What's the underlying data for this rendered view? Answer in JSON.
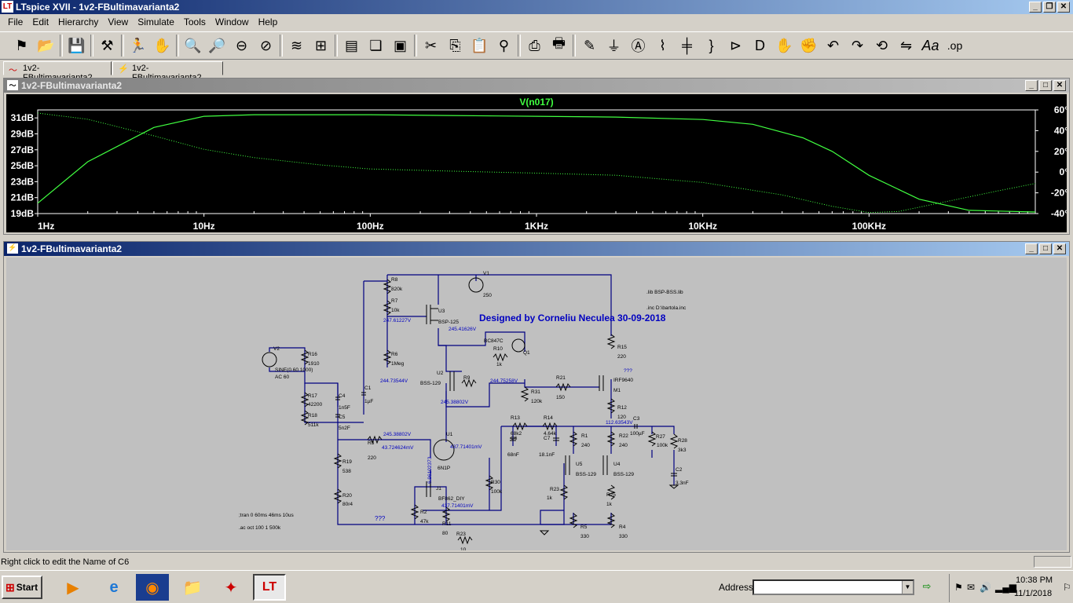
{
  "window": {
    "title": "LTspice XVII - 1v2-FBultimavarianta2"
  },
  "menu": {
    "items": [
      "File",
      "Edit",
      "Hierarchy",
      "View",
      "Simulate",
      "Tools",
      "Window",
      "Help"
    ]
  },
  "toolbar": {
    "icons": [
      "run-icon",
      "open-icon",
      "save-icon",
      "control-panel-icon",
      "halt-icon",
      "pan-icon",
      "zoom-in-icon",
      "zoom-out-icon",
      "zoom-fit-icon",
      "zoom-cancel-icon",
      "plot-waveform-icon",
      "plot-grid-icon",
      "tile-icon",
      "cascade-icon",
      "close-all-icon",
      "cut-icon",
      "copy-icon",
      "paste-icon",
      "find-icon",
      "print-icon",
      "print-setup-icon",
      "draw-wire-icon",
      "ground-icon",
      "label-net-icon",
      "resistor-icon",
      "capacitor-icon",
      "inductor-icon",
      "diode-icon",
      "component-icon",
      "move-icon",
      "drag-icon",
      "undo-icon",
      "redo-icon",
      "rotate-icon",
      "mirror-icon",
      "text-icon",
      "spice-directive-icon"
    ]
  },
  "tabs": [
    {
      "label": "1v2-FBultimavarianta2",
      "icon": "waveform-icon"
    },
    {
      "label": "1v2-FBultimavarianta2",
      "icon": "schematic-icon"
    }
  ],
  "plot_window": {
    "title": "1v2-FBultimavarianta2"
  },
  "schematic_window": {
    "title": "1v2-FBultimavarianta2"
  },
  "chart_data": {
    "type": "line",
    "title": "V(n017)",
    "x_axis": {
      "scale": "log",
      "ticks": [
        "1Hz",
        "10Hz",
        "100Hz",
        "1KHz",
        "10KHz",
        "100KHz"
      ],
      "range_hz": [
        1,
        1000000
      ]
    },
    "y_left": {
      "ticks": [
        "31dB",
        "29dB",
        "27dB",
        "25dB",
        "23dB",
        "21dB",
        "19dB"
      ],
      "range_db": [
        19,
        32
      ]
    },
    "y_right": {
      "ticks": [
        "60°",
        "40°",
        "20°",
        "0°",
        "-20°",
        "-40°"
      ],
      "range_deg": [
        -40,
        60
      ]
    },
    "series": [
      {
        "name": "V(n017)",
        "style": "solid",
        "color": "#40ff40",
        "x": [
          1,
          2,
          5,
          10,
          20,
          50,
          100,
          300,
          1000,
          3000,
          10000,
          20000,
          40000,
          60000,
          100000,
          200000,
          400000,
          1000000
        ],
        "y_db": [
          20.3,
          25.5,
          29.8,
          31.2,
          31.4,
          31.4,
          31.4,
          31.3,
          31.2,
          31.1,
          30.8,
          30.2,
          28.5,
          26.8,
          23.8,
          20.8,
          19.4,
          19.2
        ]
      },
      {
        "name": "V(n017)",
        "style": "dotted",
        "color": "#40ff40",
        "x": [
          1,
          2,
          5,
          10,
          20,
          50,
          100,
          300,
          1000,
          3000,
          10000,
          30000,
          60000,
          100000,
          150000,
          300000,
          600000,
          1000000
        ],
        "y_deg": [
          57,
          51,
          35,
          22,
          14,
          7,
          3,
          1,
          -1,
          -3,
          -10,
          -22,
          -33,
          -39,
          -38,
          -28,
          -18,
          -11
        ]
      }
    ],
    "grid": false,
    "colors": {
      "background": "#000000",
      "trace": "#40ff40",
      "axis_text": "#ffffff"
    }
  },
  "schematic": {
    "designer_note": "Designed by Corneliu Neculea 30-09-2018",
    "directives": [
      ".lib BSP-BSS.lib",
      ".inc D:\\bartola.inc",
      ";tran 0 60ms 46ms 10us",
      ".ac oct 100 1 500k"
    ],
    "unknown_marks": [
      "???",
      "???"
    ],
    "labels": [
      "R8",
      "820k",
      "V1",
      "250",
      "R7",
      "10k",
      "247.61227V",
      "U3",
      "BSP-125",
      "245.41626V",
      "BC847C",
      "R10",
      "1k",
      "Q1",
      "R6",
      "1Meg",
      "V2",
      "R16",
      "1910",
      "SINE(0 60 1000)",
      "AC 60",
      "244.73544V",
      "U2",
      "BSS-129",
      "R9",
      "244.75258V",
      "R21",
      "150",
      "R15",
      "220",
      "???",
      "IRF9640",
      "M1",
      "R31",
      "120k",
      "245.38802V",
      "R12",
      "120",
      "C1",
      "1µF",
      "R17",
      "42200",
      "C4",
      "1n5F",
      "R18",
      "511k",
      "C5",
      "5n2F",
      "R13",
      "68k2",
      "R14",
      "4.64k",
      "C6",
      "68nF",
      "C7",
      "18.1nF",
      "112.63543V",
      "C3",
      "100µF",
      "R27",
      "100k",
      "R28",
      "3k3",
      "245.38802V",
      "U1",
      "437.71401mV",
      "R1",
      "240",
      "R22",
      "240",
      "R3",
      "220",
      "43.724624mV",
      "6N1P",
      "R19",
      "538",
      "U5",
      "BSS-129",
      "U4",
      "BSS-129",
      "C2",
      "3.3nF",
      "J1",
      "BF862_DIY",
      "R30",
      "100k",
      "R23",
      "1k",
      "R25",
      "1k",
      "R20",
      "80r4",
      "437.71401mV",
      "R2",
      "47k",
      "R11",
      "80",
      "R5",
      "330",
      "R4",
      "330",
      "R23",
      "10",
      "6.96102373"
    ]
  },
  "status": {
    "text": "Right click to edit the Name of C6"
  },
  "taskbar": {
    "start_label": "Start",
    "apps": [
      "media-player-icon",
      "internet-explorer-icon",
      "firefox-icon",
      "file-explorer-icon",
      "pdf-reader-icon",
      "ltspice-icon"
    ],
    "address_label": "Address",
    "address_value": "",
    "clock_time": "10:38 PM",
    "clock_date": "11/1/2018"
  }
}
